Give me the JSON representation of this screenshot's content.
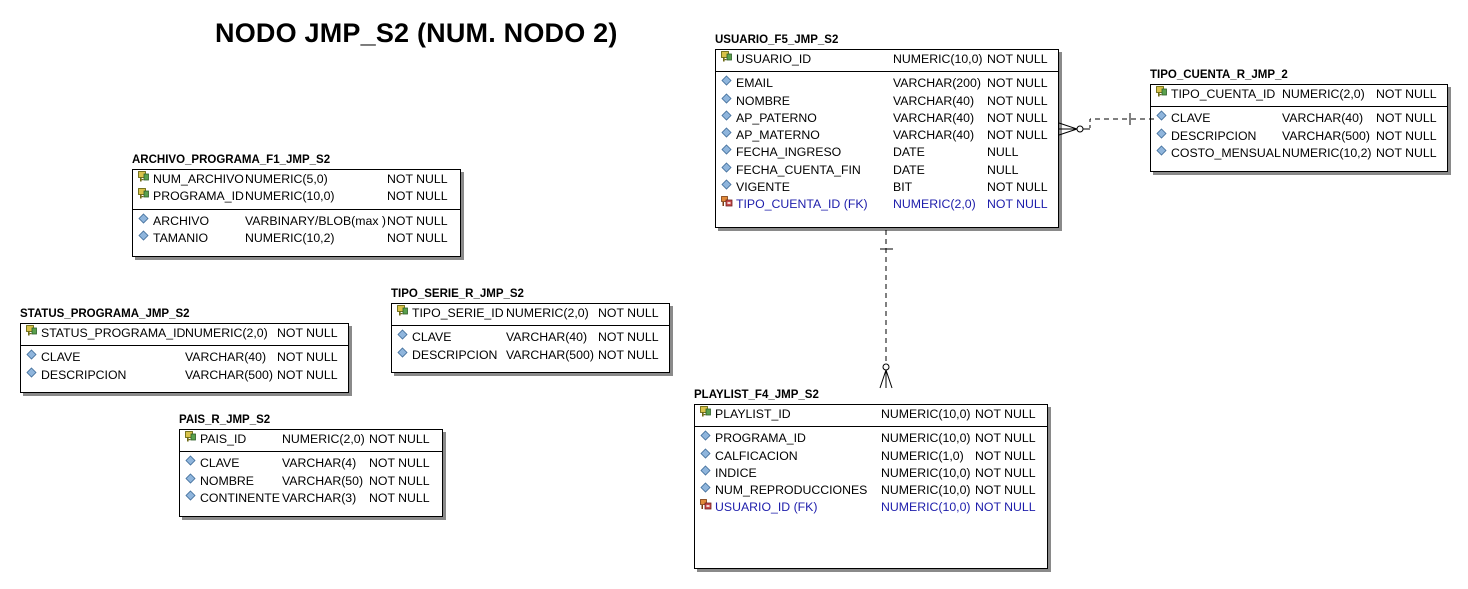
{
  "title": "NODO JMP_S2 (NUM. NODO 2)",
  "entities": {
    "archivo_programa": {
      "name": "ARCHIVO_PROGRAMA_F1_JMP_S2",
      "pk": [
        {
          "name": "NUM_ARCHIVO",
          "type": "NUMERIC(5,0)",
          "null": "NOT NULL",
          "icon": "key-icon"
        },
        {
          "name": "PROGRAMA_ID",
          "type": "NUMERIC(10,0)",
          "null": "NOT NULL",
          "icon": "key-icon"
        }
      ],
      "attrs": [
        {
          "name": "ARCHIVO",
          "type": "VARBINARY/BLOB(max )",
          "null": "NOT NULL",
          "icon": "attribute-diamond-icon"
        },
        {
          "name": "TAMANIO",
          "type": "NUMERIC(10,2)",
          "null": "NOT NULL",
          "icon": "attribute-diamond-icon"
        }
      ]
    },
    "status_programa": {
      "name": "STATUS_PROGRAMA_JMP_S2",
      "pk": [
        {
          "name": "STATUS_PROGRAMA_ID",
          "type": "NUMERIC(2,0)",
          "null": "NOT NULL",
          "icon": "key-icon"
        }
      ],
      "attrs": [
        {
          "name": "CLAVE",
          "type": "VARCHAR(40)",
          "null": "NOT NULL",
          "icon": "attribute-diamond-icon"
        },
        {
          "name": "DESCRIPCION",
          "type": "VARCHAR(500)",
          "null": "NOT NULL",
          "icon": "attribute-diamond-icon"
        }
      ]
    },
    "tipo_serie": {
      "name": "TIPO_SERIE_R_JMP_S2",
      "pk": [
        {
          "name": "TIPO_SERIE_ID",
          "type": "NUMERIC(2,0)",
          "null": "NOT NULL",
          "icon": "key-icon"
        }
      ],
      "attrs": [
        {
          "name": "CLAVE",
          "type": "VARCHAR(40)",
          "null": "NOT NULL",
          "icon": "attribute-diamond-icon"
        },
        {
          "name": "DESCRIPCION",
          "type": "VARCHAR(500)",
          "null": "NOT NULL",
          "icon": "attribute-diamond-icon"
        }
      ]
    },
    "pais": {
      "name": "PAIS_R_JMP_S2",
      "pk": [
        {
          "name": "PAIS_ID",
          "type": "NUMERIC(2,0)",
          "null": "NOT NULL",
          "icon": "key-icon"
        }
      ],
      "attrs": [
        {
          "name": "CLAVE",
          "type": "VARCHAR(4)",
          "null": "NOT NULL",
          "icon": "attribute-diamond-icon"
        },
        {
          "name": "NOMBRE",
          "type": "VARCHAR(50)",
          "null": "NOT NULL",
          "icon": "attribute-diamond-icon"
        },
        {
          "name": "CONTINENTE",
          "type": "VARCHAR(3)",
          "null": "NOT NULL",
          "icon": "attribute-diamond-icon"
        }
      ]
    },
    "usuario": {
      "name": "USUARIO_F5_JMP_S2",
      "pk": [
        {
          "name": "USUARIO_ID",
          "type": "NUMERIC(10,0)",
          "null": "NOT NULL",
          "icon": "key-icon"
        }
      ],
      "attrs": [
        {
          "name": "EMAIL",
          "type": "VARCHAR(200)",
          "null": "NOT NULL",
          "icon": "attribute-diamond-icon"
        },
        {
          "name": "NOMBRE",
          "type": "VARCHAR(40)",
          "null": "NOT NULL",
          "icon": "attribute-diamond-icon"
        },
        {
          "name": "AP_PATERNO",
          "type": "VARCHAR(40)",
          "null": "NOT NULL",
          "icon": "attribute-diamond-icon"
        },
        {
          "name": "AP_MATERNO",
          "type": "VARCHAR(40)",
          "null": "NOT NULL",
          "icon": "attribute-diamond-icon"
        },
        {
          "name": "FECHA_INGRESO",
          "type": "DATE",
          "null": "NULL",
          "icon": "attribute-diamond-icon"
        },
        {
          "name": "FECHA_CUENTA_FIN",
          "type": "DATE",
          "null": "NULL",
          "icon": "attribute-diamond-icon"
        },
        {
          "name": "VIGENTE",
          "type": "BIT",
          "null": "NOT NULL",
          "icon": "attribute-diamond-icon"
        },
        {
          "name": "TIPO_CUENTA_ID (FK)",
          "type": "NUMERIC(2,0)",
          "null": "NOT NULL",
          "icon": "foreign-key-icon",
          "fk": true
        }
      ]
    },
    "tipo_cuenta": {
      "name": "TIPO_CUENTA_R_JMP_2",
      "pk": [
        {
          "name": "TIPO_CUENTA_ID",
          "type": "NUMERIC(2,0)",
          "null": "NOT NULL",
          "icon": "key-icon"
        }
      ],
      "attrs": [
        {
          "name": "CLAVE",
          "type": "VARCHAR(40)",
          "null": "NOT NULL",
          "icon": "attribute-diamond-icon"
        },
        {
          "name": "DESCRIPCION",
          "type": "VARCHAR(500)",
          "null": "NOT NULL",
          "icon": "attribute-diamond-icon"
        },
        {
          "name": "COSTO_MENSUAL",
          "type": "NUMERIC(10,2)",
          "null": "NOT NULL",
          "icon": "attribute-diamond-icon"
        }
      ]
    },
    "playlist": {
      "name": "PLAYLIST_F4_JMP_S2",
      "pk": [
        {
          "name": "PLAYLIST_ID",
          "type": "NUMERIC(10,0)",
          "null": "NOT NULL",
          "icon": "key-icon"
        }
      ],
      "attrs": [
        {
          "name": "PROGRAMA_ID",
          "type": "NUMERIC(10,0)",
          "null": "NOT NULL",
          "icon": "attribute-diamond-icon"
        },
        {
          "name": "CALFICACION",
          "type": "NUMERIC(1,0)",
          "null": "NOT NULL",
          "icon": "attribute-diamond-icon"
        },
        {
          "name": "INDICE",
          "type": "NUMERIC(10,0)",
          "null": "NOT NULL",
          "icon": "attribute-diamond-icon"
        },
        {
          "name": "NUM_REPRODUCCIONES",
          "type": "NUMERIC(10,0)",
          "null": "NOT NULL",
          "icon": "attribute-diamond-icon"
        },
        {
          "name": "USUARIO_ID (FK)",
          "type": "NUMERIC(10,0)",
          "null": "NOT NULL",
          "icon": "foreign-key-icon",
          "fk": true
        }
      ]
    }
  },
  "relationships": [
    {
      "from": "tipo_cuenta",
      "to": "usuario",
      "line": "dashed",
      "from_end": "one",
      "to_end": "zero-or-many"
    },
    {
      "from": "usuario",
      "to": "playlist",
      "line": "dashed",
      "from_end": "one",
      "to_end": "zero-or-many"
    }
  ],
  "colors": {
    "fk_text": "#1d1dab",
    "shadow": "#8a8a8a",
    "border": "#000000"
  }
}
